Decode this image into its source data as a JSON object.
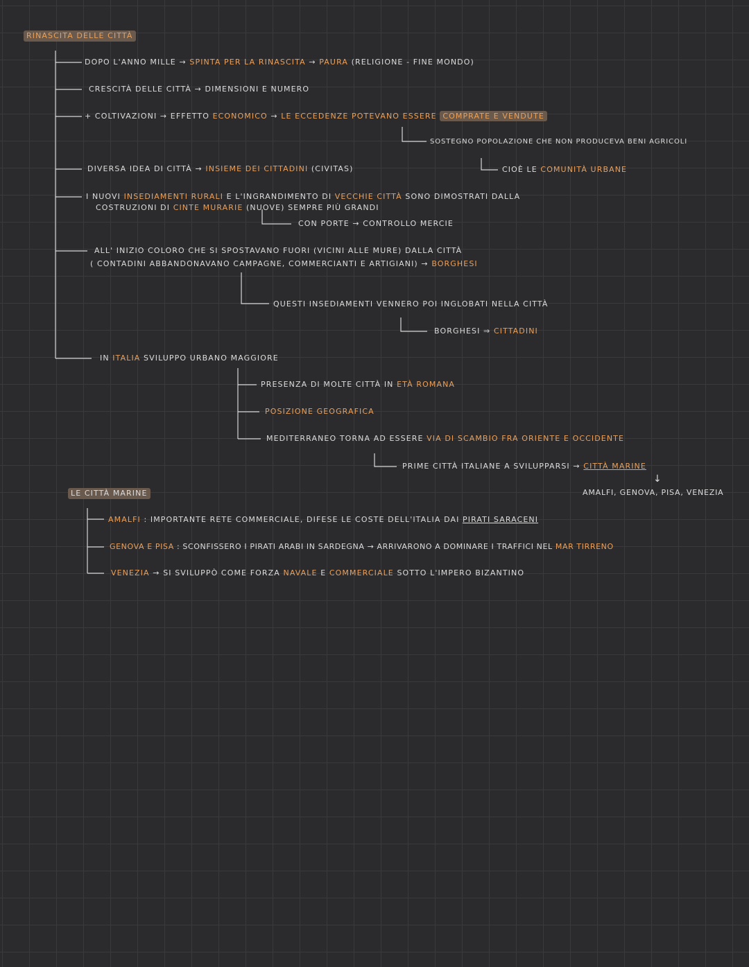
{
  "main": {
    "title": "RINASCITA DELLE CITTÀ",
    "l1": {
      "a": "DOPO L'ANNO MILLE →",
      "b": "SPINTA PER LA RINASCITA",
      "c": "→",
      "d": "PAURA",
      "e": "(RELIGIONE - FINE MONDO)"
    },
    "l2": "CRESCITÀ DELLE CITTÀ → DIMENSIONI E NUMERO",
    "l3": {
      "a": "+ COLTIVAZIONI → EFFETTO",
      "b": "ECONOMICO",
      "c": "→",
      "d": "LE ECCEDENZE POTEVANO ESSERE",
      "e": "COMPRATE E VENDUTE"
    },
    "l3_sub": "SOSTEGNO POPOLAZIONE CHE NON PRODUCEVA BENI AGRICOLI",
    "l4": {
      "a": "DIVERSA IDEA DI CITTÀ →",
      "b": "INSIEME DEI CITTADINI",
      "c": "(CIVITAS)"
    },
    "l4_sub": {
      "a": "CIOÈ LE",
      "b": "COMUNITÀ URBANE"
    },
    "l5a": {
      "a": "I NUOVI",
      "b": "INSEDIAMENTI RURALI",
      "c": "E L'INGRANDIMENTO DI",
      "d": "VECCHIE CITTÀ",
      "e": "SONO DIMOSTRATI DALLA"
    },
    "l5b": {
      "a": "COSTRUZIONI DI",
      "b": "CINTE MURARIE",
      "c": "(NUOVE) SEMPRE PIÙ GRANDI"
    },
    "l5_sub": "CON PORTE → CONTROLLO MERCIE",
    "l6a": "ALL' INIZIO COLORO CHE SI SPOSTAVANO FUORI (VICINI ALLE MURE) DALLA CITTÀ",
    "l6b": {
      "a": "( CONTADINI ABBANDONAVANO CAMPAGNE, COMMERCIANTI E ARTIGIANI) →",
      "b": "BORGHESI"
    },
    "l6_sub1": "QUESTI INSEDIAMENTI VENNERO POI INGLOBATI NELLA CITTÀ",
    "l6_sub2": {
      "a": "BORGHESI ⇒",
      "b": "CITTADINI"
    },
    "l7": {
      "a": "IN",
      "b": "ITALIA",
      "c": "SVILUPPO URBANO MAGGIORE"
    },
    "l7_s1": {
      "a": "PRESENZA DI MOLTE CITTÀ IN",
      "b": "ETÀ ROMANA"
    },
    "l7_s2": "POSIZIONE GEOGRAFICA",
    "l7_s3": {
      "a": "MEDITERRANEO TORNA AD ESSERE",
      "b": "VIA DI SCAMBIO FRA ORIENTE E OCCIDENTE"
    },
    "l7_s3_sub": {
      "a": "PRIME CITTÀ ITALIANE A SVILUPPARSI →",
      "b": "CITTÀ MARINE"
    },
    "marine_list": "AMALFI, GENOVA, PISA, VENEZIA",
    "down_arrow": "↓"
  },
  "marine": {
    "title": "LE CITTÀ MARINE",
    "r1": {
      "a": "AMALFI",
      "b": ": IMPORTANTE RETE COMMERCIALE, DIFESE LE COSTE DELL'ITALIA DAI",
      "c": "PIRATI SARACENI"
    },
    "r2": {
      "a": "GENOVA E PISA",
      "b": ": SCONFISSERO I PIRATI ARABI IN SARDEGNA → ARRIVARONO A DOMINARE I TRAFFICI NEL",
      "c": "MAR TIRRENO"
    },
    "r3": {
      "a": "VENEZIA",
      "b": "→ SI SVILUPPÒ COME FORZA",
      "c": "NAVALE",
      "d": "E",
      "e": "COMMERCIALE",
      "f": "SOTTO L'IMPERO BIZANTINO"
    }
  }
}
